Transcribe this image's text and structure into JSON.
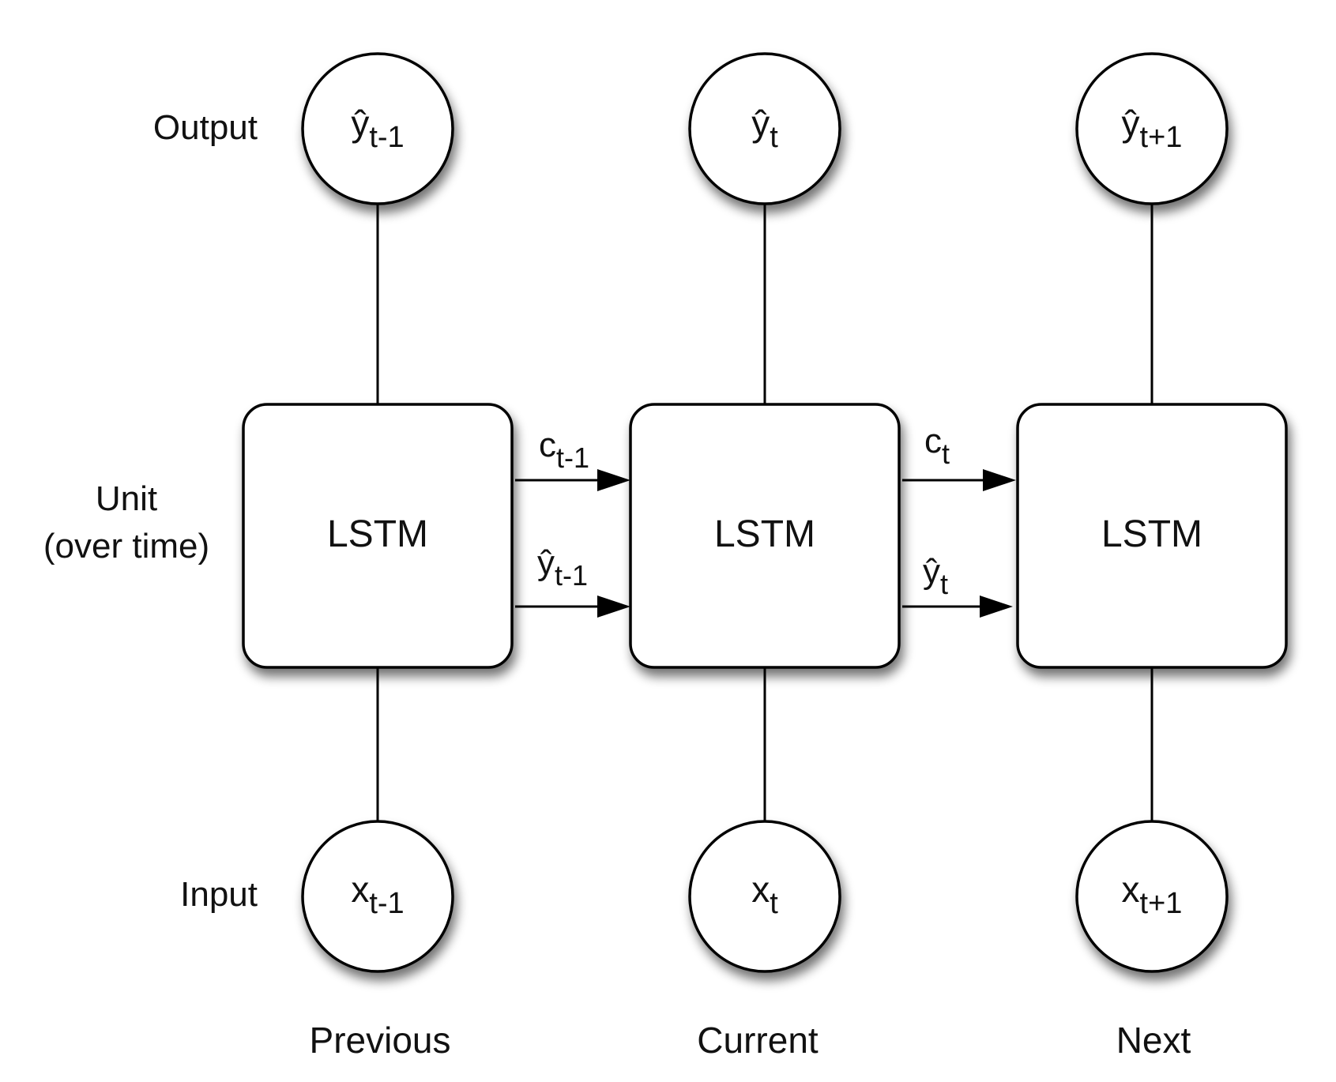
{
  "row_labels": {
    "output": "Output",
    "unit_line1": "Unit",
    "unit_line2": "(over time)",
    "input": "Input"
  },
  "columns": [
    {
      "label": "Previous",
      "unit": "LSTM",
      "output": {
        "base": "ŷ",
        "sub": "t-1"
      },
      "input": {
        "base": "x",
        "sub": "t-1"
      }
    },
    {
      "label": "Current",
      "unit": "LSTM",
      "output": {
        "base": "ŷ",
        "sub": "t"
      },
      "input": {
        "base": "x",
        "sub": "t"
      }
    },
    {
      "label": "Next",
      "unit": "LSTM",
      "output": {
        "base": "ŷ",
        "sub": "t+1"
      },
      "input": {
        "base": "x",
        "sub": "t+1"
      }
    }
  ],
  "transitions": [
    {
      "from": "Previous",
      "to": "Current",
      "cell": {
        "base": "c",
        "sub": "t-1"
      },
      "hidden": {
        "base": "ŷ",
        "sub": "t-1"
      }
    },
    {
      "from": "Current",
      "to": "Next",
      "cell": {
        "base": "c",
        "sub": "t"
      },
      "hidden": {
        "base": "ŷ",
        "sub": "t"
      }
    }
  ]
}
